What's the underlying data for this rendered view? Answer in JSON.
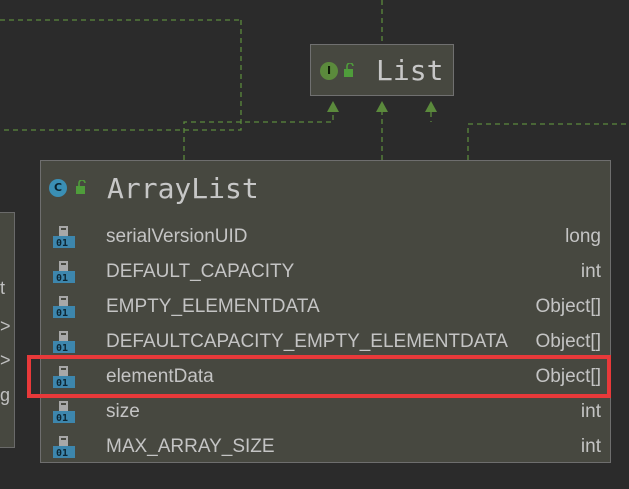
{
  "interface": {
    "badge": "I",
    "name": "List",
    "icon": "interface-icon"
  },
  "left_box": {
    "fragments": [
      "t",
      ">",
      ">",
      "g"
    ]
  },
  "class": {
    "badge": "C",
    "name": "ArrayList",
    "icon": "class-icon",
    "fields": [
      {
        "name": "serialVersionUID",
        "type": "long",
        "icon": "field-icon"
      },
      {
        "name": "DEFAULT_CAPACITY",
        "type": "int",
        "icon": "field-icon"
      },
      {
        "name": "EMPTY_ELEMENTDATA",
        "type": "Object[]",
        "icon": "field-icon"
      },
      {
        "name": "DEFAULTCAPACITY_EMPTY_ELEMENTDATA",
        "type": "Object[]",
        "icon": "field-icon"
      },
      {
        "name": "elementData",
        "type": "Object[]",
        "icon": "field-icon",
        "highlighted": true
      },
      {
        "name": "size",
        "type": "int",
        "icon": "field-icon"
      },
      {
        "name": "MAX_ARRAY_SIZE",
        "type": "int",
        "icon": "field-icon"
      }
    ]
  },
  "colors": {
    "edge": "#5b8a3c",
    "highlight": "#e8393a",
    "background": "#2b2b2b",
    "node": "#474840"
  }
}
